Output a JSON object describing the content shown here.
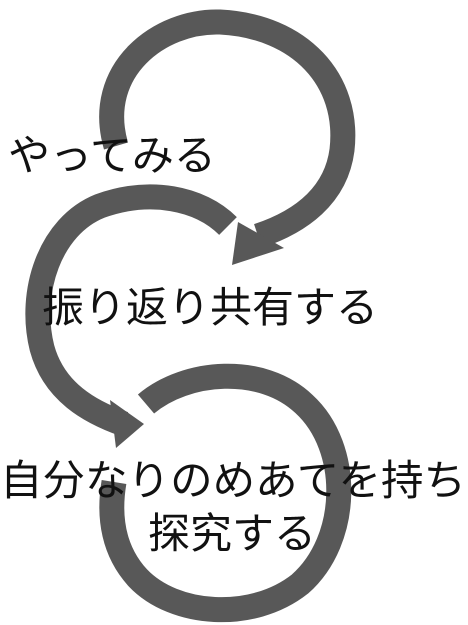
{
  "colors": {
    "arrow": "#585858",
    "text": "#111111",
    "background": "#ffffff"
  },
  "steps": [
    {
      "label": "やってみる"
    },
    {
      "label": "振り返り共有する"
    },
    {
      "label_line1": "自分なりのめあてを持ち",
      "label_line2": "探究する"
    }
  ]
}
